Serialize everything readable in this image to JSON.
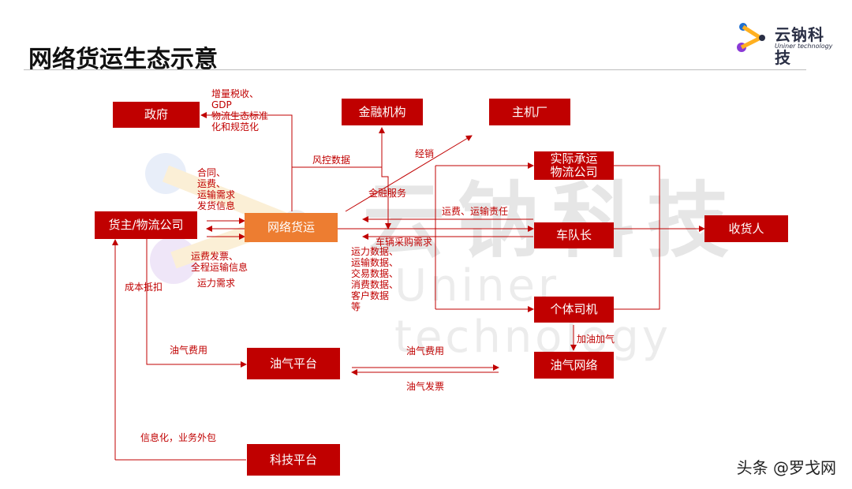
{
  "page_title": "网络货运生态示意",
  "logo": {
    "cn": "云钠科技",
    "en": "Uniner technology"
  },
  "watermark": {
    "cn": "云钠科技",
    "en": "Uniner technology"
  },
  "nodes": {
    "zhengfu": "政府",
    "jinrong": "金融机构",
    "zhujichang": "主机厂",
    "huozhu": "货主/物流公司",
    "wangluo": "网络货运",
    "shiji": "实际承运\n物流公司",
    "duizhang": "车队长",
    "shouhuo": "收货人",
    "siji": "个体司机",
    "youqi_pingtai": "油气平台",
    "youqi_wangluo": "油气网络",
    "keji": "科技平台"
  },
  "labels": {
    "gov_flow": "增量税收、\nGDP\n物流生态标准\n化和规范化",
    "fengkong": "风控数据",
    "jingxiao": "经销",
    "contract": "合同、\n运费、\n运输需求\n发货信息",
    "jinrong_fuwu": "金融服务",
    "yunfei_zeren": "运费、运输责任",
    "cheliang_caigou": "车辆采购需求",
    "data_list": "运力数据、\n运输数据、\n交易数据、\n消费数据、\n客户数据\n等",
    "fapiao": "运费发票、\n全程运输信息",
    "yunli_xuqiu": "运力需求",
    "chengben": "成本抵扣",
    "youqi_feiyong_left": "油气费用",
    "youqi_feiyong_mid": "油气费用",
    "youqi_fapiao": "油气发票",
    "jiayou": "加油加气",
    "xinxihua": "信息化，业务外包"
  },
  "footer": "头条 @罗戈网",
  "colors": {
    "node": "#c00000",
    "center": "#ed7d31",
    "edge": "#c00000"
  }
}
